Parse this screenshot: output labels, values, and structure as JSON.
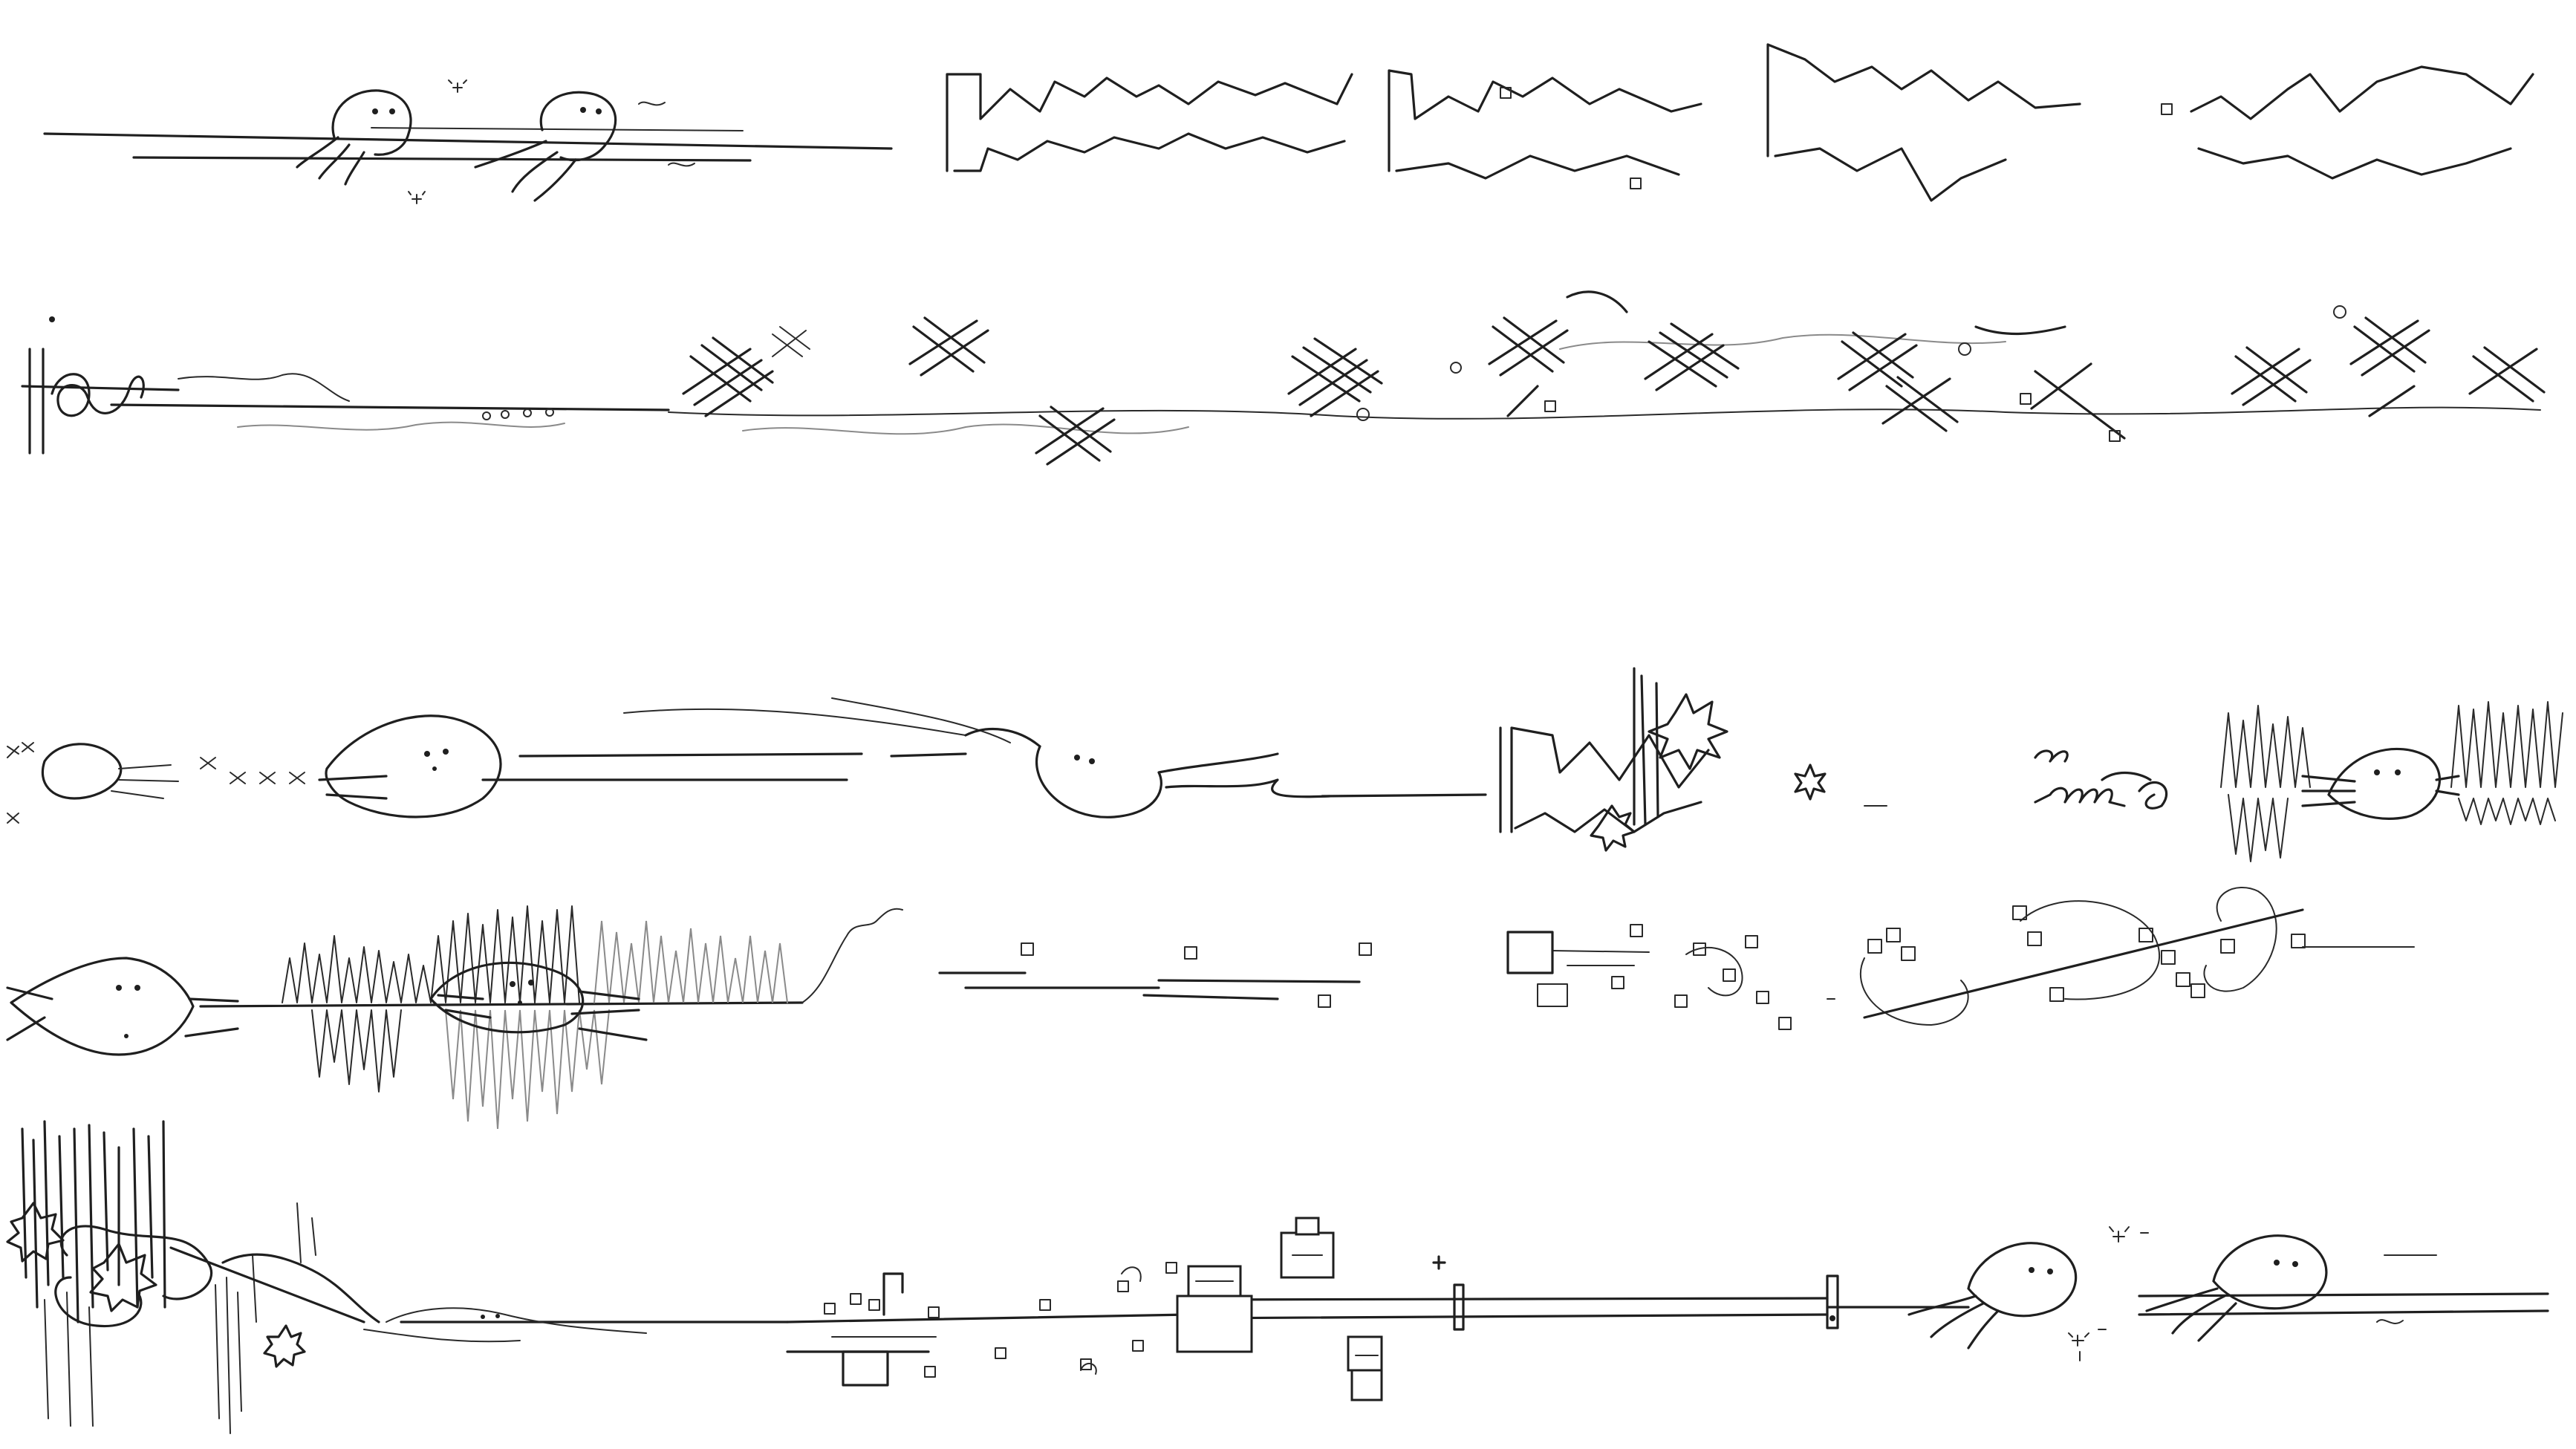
{
  "page": {
    "background_color": "#ffffff",
    "ink_color": "#1f1f1f",
    "faint_ink_color": "#8a8a8a"
  },
  "systems": [
    {
      "label": "system-1",
      "motifs": [
        "octopus-icon",
        "octopus-icon",
        "sparkle-icon",
        "tilde-icon",
        "glyph-block-icon"
      ]
    },
    {
      "label": "system-2",
      "motifs": [
        "treble-squiggle-icon",
        "wavy-line-icon",
        "crosshatch-cluster-icon",
        "dot-icon"
      ]
    },
    {
      "label": "system-3",
      "motifs": [
        "octopus-icon",
        "tentacle-wave-icon",
        "glyph-block-icon",
        "burst-icon",
        "loop-icon",
        "spike-cluster-icon"
      ]
    },
    {
      "label": "system-4",
      "motifs": [
        "octopus-icon",
        "spike-cluster-icon",
        "box-note-icon",
        "orbit-loop-icon"
      ]
    },
    {
      "label": "system-5",
      "motifs": [
        "spike-cluster-icon",
        "burst-icon",
        "box-note-icon",
        "bar-block-icon",
        "octopus-icon",
        "sparkle-icon"
      ]
    }
  ]
}
